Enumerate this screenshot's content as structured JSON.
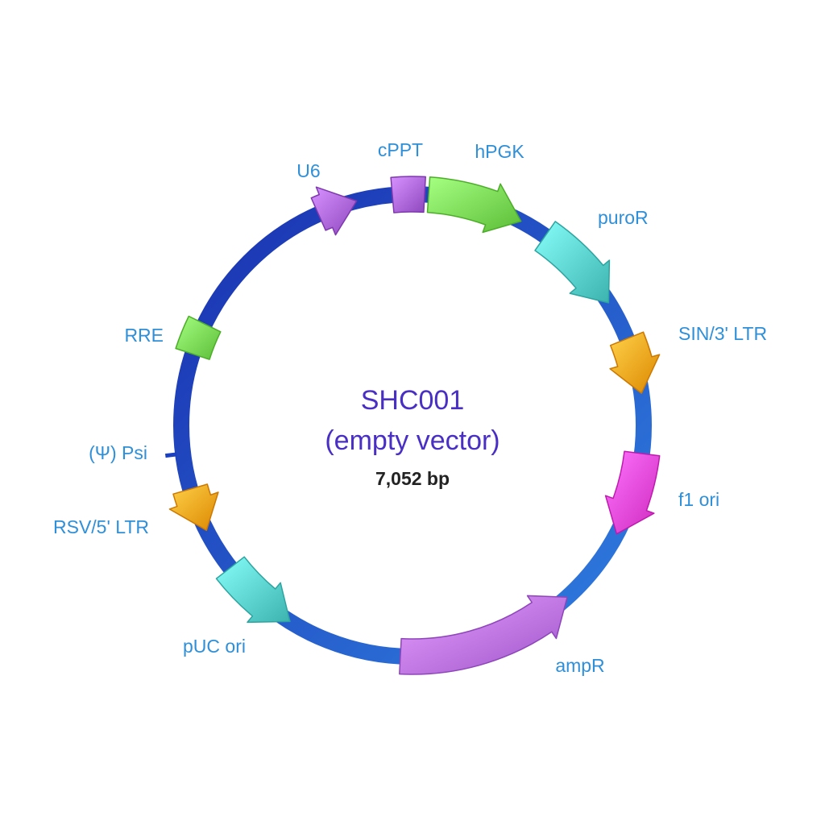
{
  "vector": {
    "name": "SHC001",
    "subtitle": "(empty vector)",
    "size_label": "7,052 bp"
  },
  "backbone_gradient": [
    "#1a2fb0",
    "#2f7fe0"
  ],
  "features": [
    {
      "id": "cppt",
      "label": "cPPT",
      "color": "#b06ae0"
    },
    {
      "id": "hpgk",
      "label": "hPGK",
      "color": "#7ee05a"
    },
    {
      "id": "puror",
      "label": "puroR",
      "color": "#5fd6d2"
    },
    {
      "id": "sin-3-ltr",
      "label": "SIN/3' LTR",
      "color": "#ffaa22"
    },
    {
      "id": "f1-ori",
      "label": "f1 ori",
      "color": "#f04ce0"
    },
    {
      "id": "ampr",
      "label": "ampR",
      "color": "#c077ec"
    },
    {
      "id": "puc-ori",
      "label": "pUC ori",
      "color": "#5fd6d2"
    },
    {
      "id": "rsv-5-ltr",
      "label": "RSV/5' LTR",
      "color": "#ffaa22"
    },
    {
      "id": "psi",
      "label": "(Ψ) Psi",
      "color": "#1a3fc0"
    },
    {
      "id": "rre",
      "label": "RRE",
      "color": "#7ee05a"
    },
    {
      "id": "u6",
      "label": "U6",
      "color": "#b06ae0"
    }
  ]
}
